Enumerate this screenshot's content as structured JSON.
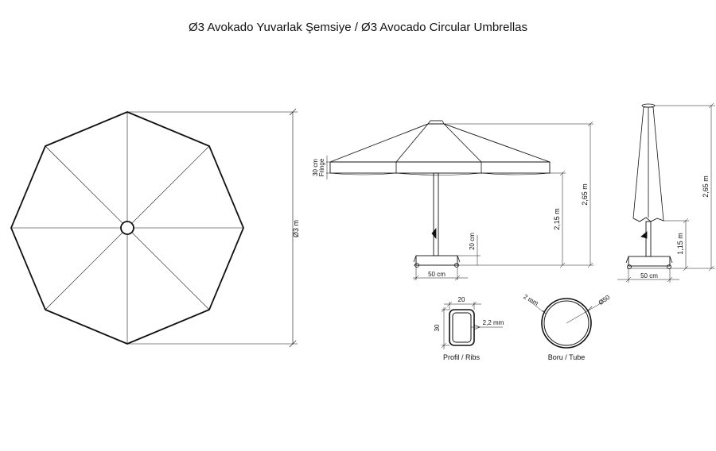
{
  "title": "Ø3 Avokado Yuvarlak Şemsiye / Ø3 Avocado Circular Umbrellas",
  "top_view": {
    "diameter_label": "Ø3 m"
  },
  "side_view": {
    "fringe_height": "30 cm",
    "fringe_label": "Fringe",
    "total_height": "2,65 m",
    "canopy_clearance": "2,15 m",
    "base_height": "20 cm",
    "base_width": "50 cm"
  },
  "closed_view": {
    "total_height": "2,65 m",
    "canopy_bottom_height": "1,15 m",
    "base_width": "50 cm"
  },
  "profile_section": {
    "width": "20",
    "height": "30",
    "wall_thickness": "2,2 mm",
    "caption": "Profil / Ribs"
  },
  "tube_section": {
    "wall_thickness": "2 mm",
    "diameter": "Ø50",
    "caption": "Boru / Tube"
  }
}
